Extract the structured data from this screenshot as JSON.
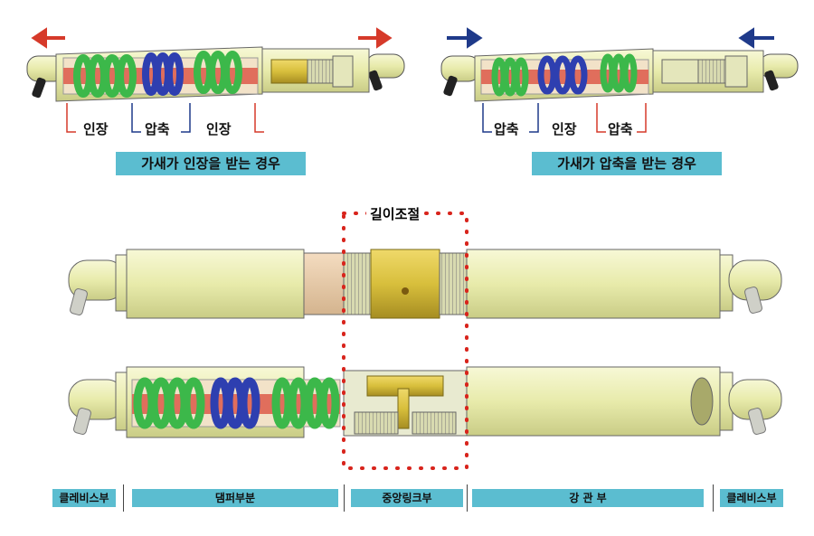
{
  "top_left": {
    "labels": [
      "인장",
      "압축",
      "인장"
    ],
    "caption": "가새가 인장을 받는 경우",
    "arrow_color": "#d63a2a"
  },
  "top_right": {
    "labels": [
      "압축",
      "인장",
      "압축"
    ],
    "caption": "가새가 압축을 받는 경우",
    "arrow_color": "#1f3a8a"
  },
  "length_adjust": "길이조절",
  "parts": [
    "클레비스부",
    "댐퍼부분",
    "중앙링크부",
    "강 관 부",
    "클레비스부"
  ],
  "colors": {
    "caption_bg": "#5bbdd0",
    "body": "#eef0b2",
    "green_spring": "#3cb84a",
    "blue_spring": "#2e3fb0",
    "red_rod": "#e06e5c",
    "link_gold": "#d7c04a",
    "dotted_frame": "#d8241c"
  }
}
